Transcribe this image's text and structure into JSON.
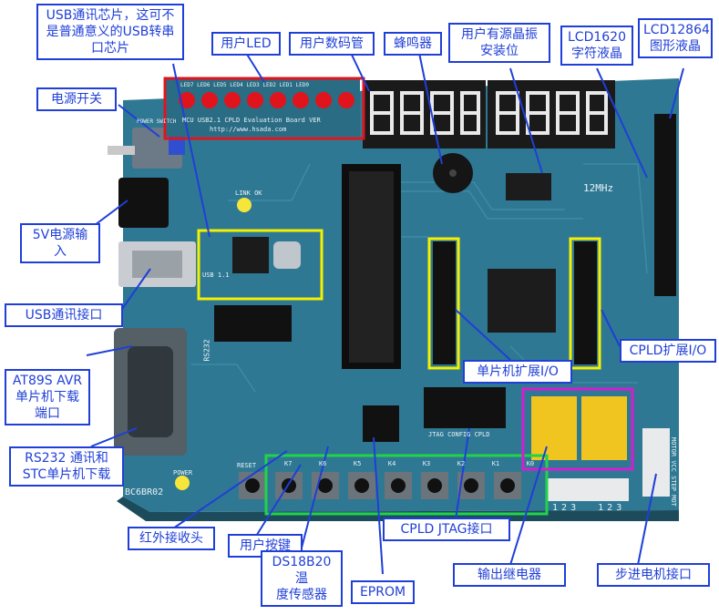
{
  "colors": {
    "pcb": "#2f7893",
    "pcb_dark": "#245f76",
    "label_text": "#1f3fd8",
    "highlight_yellow": "#f4f000",
    "highlight_red": "#e0141c",
    "highlight_green": "#22d34a",
    "highlight_magenta": "#d21fd0"
  },
  "labels": {
    "usb_chip": "USB通讯芯片，这可不\n是普通意义的USB转串\n口芯片",
    "user_led": "用户LED",
    "user_7seg": "用户数码管",
    "buzzer": "蜂鸣器",
    "crystal": "用户有源晶振\n安装位",
    "lcd1620": "LCD1620\n字符液晶",
    "lcd12864": "LCD12864\n图形液晶",
    "power_switch": "电源开关",
    "power_5v": "5V电源输\n入",
    "usb_port": "USB通讯接口",
    "at89s": "AT89S AVR\n单片机下载\n端口",
    "rs232": "RS232 通讯和\nSTC单片机下载",
    "mcu_io": "单片机扩展I/O",
    "cpld_io": "CPLD扩展I/O",
    "ir": "红外接收头",
    "keys": "用户按键",
    "ds18b20": "DS18B20温\n度传感器",
    "eprom": "EPROM",
    "cpld_jtag": "CPLD JTAG接口",
    "relay": "输出继电器",
    "stepper": "步进电机接口"
  },
  "silkscreen": {
    "led_names": [
      "LED7",
      "LED6",
      "LED5",
      "LED4",
      "LED3",
      "LED2",
      "LED1",
      "LED0"
    ],
    "board_title": "MCU USB2.1 CPLD Evaluation Board  VER",
    "url": "http://www.hsada.com",
    "power_switch": "POWER SWITCH",
    "crystal_freq": "12MHz",
    "board_id": "BC6BR02",
    "rs232": "RS232",
    "usb": "USB 1.1",
    "link_ok": "LINK OK",
    "power": "POWER",
    "reset": "RESET",
    "keys": [
      "K7",
      "K6",
      "K5",
      "K4",
      "K3",
      "K2",
      "K1",
      "K0"
    ],
    "jtag": "JTAG CONFIG CPLD",
    "motor": "MOTOR VCC STEP MOT",
    "relay_pins": [
      "1",
      "2",
      "3",
      "1",
      "2",
      "3"
    ]
  }
}
